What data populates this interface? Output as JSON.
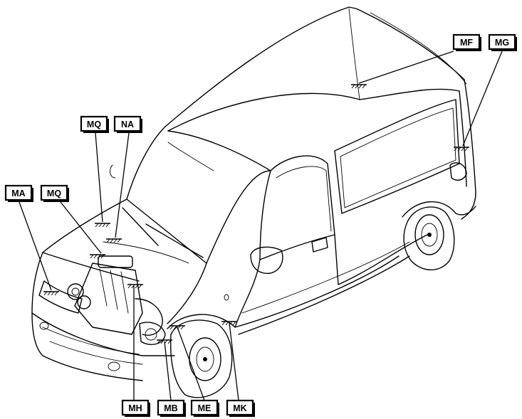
{
  "labels": {
    "mf": "MF",
    "mg": "MG",
    "mq_top": "MQ",
    "na": "NA",
    "ma": "MA",
    "mq_front": "MQ",
    "mh": "MH",
    "mb": "MB",
    "me": "ME",
    "mk": "MK"
  },
  "colors": {
    "line": "#000000",
    "background": "#ffffff"
  }
}
